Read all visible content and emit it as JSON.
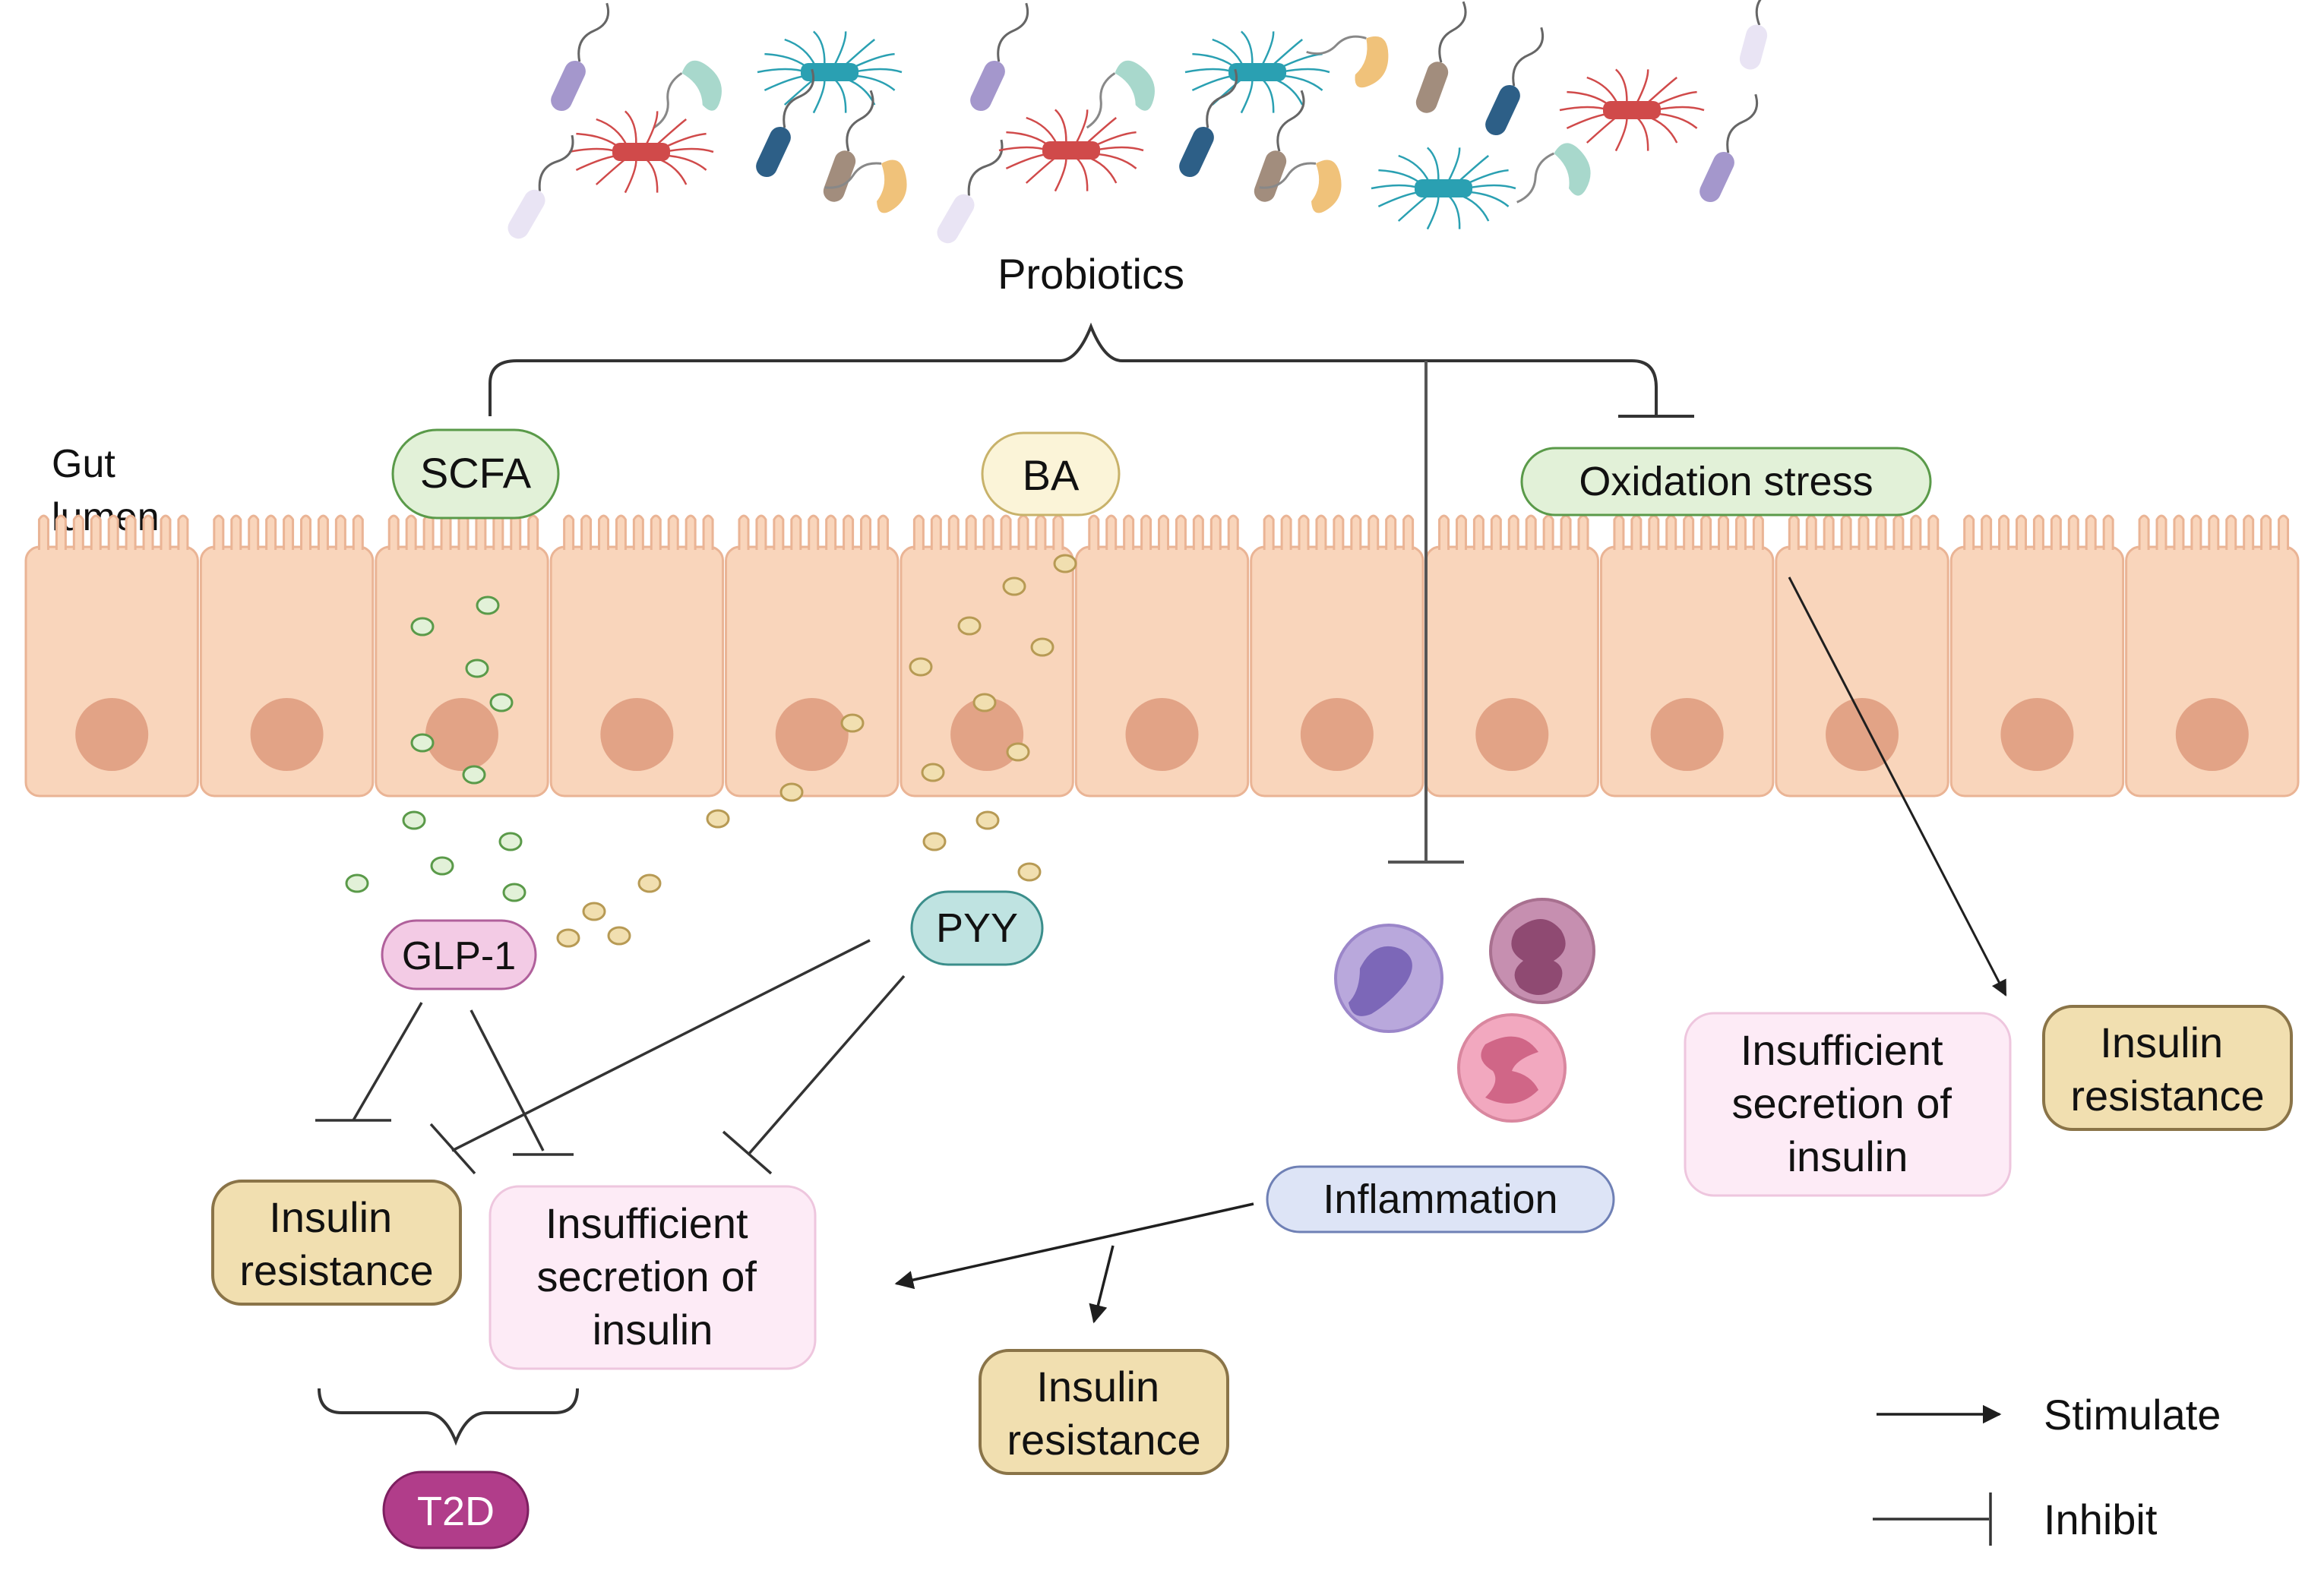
{
  "probiotics_label": "Probiotics",
  "gut_lumen_label": [
    "Gut",
    "lumen"
  ],
  "pills": {
    "scfa": "SCFA",
    "ba": "BA",
    "oxidation": "Oxidation stress",
    "glp1": "GLP-1",
    "pyy": "PYY",
    "inflammation": "Inflammation",
    "t2d": "T2D"
  },
  "boxes": {
    "ir_left": [
      "Insulin",
      "resistance"
    ],
    "isi_left": [
      "Insufficient",
      "secretion of",
      "insulin"
    ],
    "ir_mid": [
      "Insulin",
      "resistance"
    ],
    "isi_right": [
      "Insufficient",
      "secretion of",
      "insulin"
    ],
    "ir_right": [
      "Insulin",
      "resistance"
    ]
  },
  "legend": {
    "stimulate": "Stimulate",
    "inhibit": "Inhibit"
  },
  "colors": {
    "cell_fill": "#f9d5bb",
    "cell_stroke": "#eab495",
    "nucleus": "#e2a386",
    "scfa_fill": "#e2f1d8",
    "scfa_stroke": "#5a9a49",
    "ba_fill": "#fbf4d8",
    "ba_stroke": "#c8b26a",
    "glp1_fill": "#f3cbe5",
    "pyy_fill": "#bfe3e1",
    "inflammation_fill": "#dde4f6",
    "insulin_resistance_fill": "#f1dfb0",
    "insufficient_secretion_fill": "#fdebf6",
    "t2d_fill": "#b13d8a"
  }
}
